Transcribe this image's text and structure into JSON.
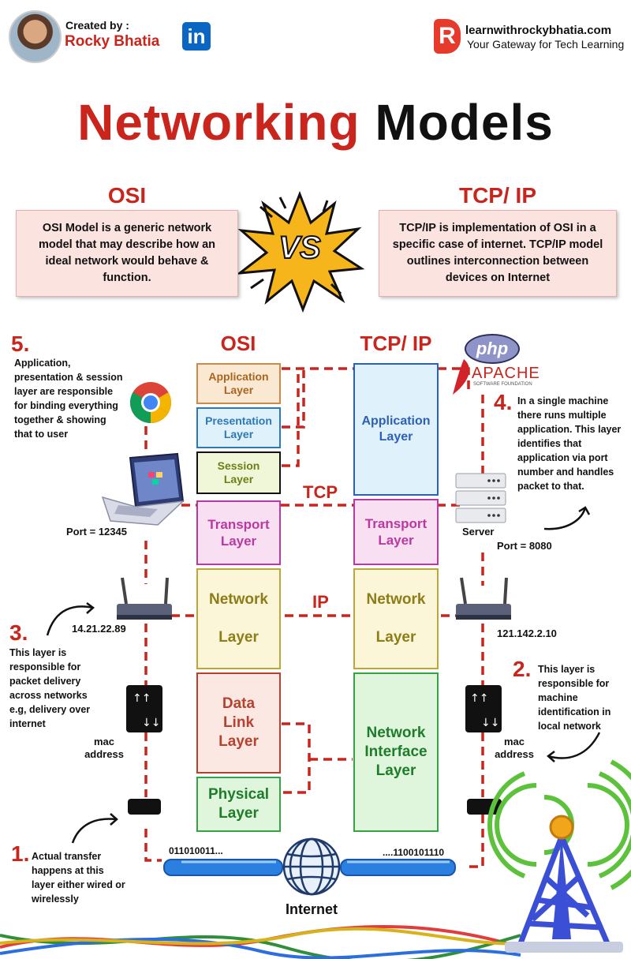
{
  "header": {
    "created_by": "Created by :",
    "author": "Rocky Bhatia",
    "linkedin": "in",
    "site": "learnwithrockybhatia.com",
    "tagline": "Your Gateway for Tech Learning"
  },
  "title": {
    "part1": "Networking",
    "part2": "Models"
  },
  "osi_intro": {
    "heading": "OSI",
    "text": "OSI Model is a generic network model that may describe how an ideal network would behave & function."
  },
  "vs_label": "VS",
  "tcp_intro": {
    "heading": "TCP/ IP",
    "text": "TCP/IP is implementation of OSI in a specific case of internet. TCP/IP model outlines interconnection between devices on Internet"
  },
  "diagram": {
    "osi_heading": "OSI",
    "tcp_heading": "TCP/ IP",
    "osi_layers": [
      "Application\nLayer",
      "Presentation\nLayer",
      "Session\nLayer",
      "Transport\nLayer",
      "Network\n\nLayer",
      "Data\nLink\nLayer",
      "Physical\nLayer"
    ],
    "tcp_layers": [
      "Application\nLayer",
      "Transport\nLayer",
      "Network\n\nLayer",
      "Network\nInterface\nLayer"
    ],
    "tcp_label": "TCP",
    "ip_label": "IP",
    "php": "php",
    "apache": "APACHE",
    "apache_sub": "SOFTWARE FOUNDATION",
    "port_left": "Port = 12345",
    "port_right": "Port = 8080",
    "server_label": "Server",
    "ip_left": "14.21.22.89",
    "ip_right": "121.142.2.10",
    "mac_left": "mac\naddress",
    "mac_right": "mac\naddress",
    "bits_left": "011010011...",
    "bits_right": "....1100101110",
    "internet": "Internet",
    "notes": [
      {
        "num": "5.",
        "text": "Application, presentation & session layer are responsible for binding everything together & showing that to user"
      },
      {
        "num": "4.",
        "text": "In a single machine there runs multiple application. This layer identifies that application via port number and handles packet to that."
      },
      {
        "num": "3.",
        "text": "This layer is responsible for packet delivery across networks e.g, delivery over internet"
      },
      {
        "num": "2.",
        "text": "This layer is responsible for machine identification in local network"
      },
      {
        "num": "1.",
        "text": "Actual transfer happens at this layer either wired or wirelessly"
      }
    ]
  },
  "colors": {
    "accent": "#c9251d",
    "dash": "#c9251d"
  }
}
